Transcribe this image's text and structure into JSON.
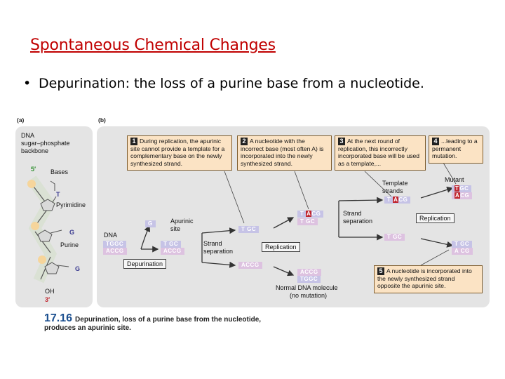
{
  "slide": {
    "title": "Spontaneous Chemical Changes",
    "bullet": "Depurination: the loss of a purine base from a nucleotide."
  },
  "figure": {
    "panel_a": {
      "label": "(a)",
      "backbone_label": [
        "DNA",
        "sugar–phosphate",
        "backbone"
      ],
      "five_prime": "5′",
      "bases_label": "Bases",
      "pyrimidine_label": "Pyrimidine",
      "purine_label": "Purine",
      "oh_label": "OH",
      "three_prime": "3′",
      "base_letters": [
        "T",
        "G",
        "G"
      ]
    },
    "panel_b": {
      "label": "(b)",
      "dna_label": "DNA",
      "dna_strands": [
        "TGGC",
        "ACCG"
      ],
      "depurination_label": "Depurination",
      "removed_base": "G",
      "apurinic_label": [
        "Apurinic",
        "site"
      ],
      "apurinic_strands": [
        "T GC",
        "ACCG"
      ],
      "strand_separation": [
        "Strand",
        "separation"
      ],
      "sep_top": "T GC",
      "sep_bottom": "ACCG",
      "replication_label": "Replication",
      "mid_top": [
        "T",
        "A",
        "CG"
      ],
      "mid_bottom": "T GC",
      "strand_separation2": [
        "Strand",
        "separation"
      ],
      "template_label": [
        "Template",
        "strands"
      ],
      "template_top": [
        "T",
        "A",
        "CG"
      ],
      "template_bottom": "T GC",
      "replication_label2": "Replication",
      "mutant_label": "Mutant",
      "mutant_strands": [
        [
          "T",
          "GC"
        ],
        [
          "A",
          "CG"
        ]
      ],
      "bottom_right_strands": [
        "T GC",
        "A CG"
      ],
      "normal_strands": [
        "ACCG",
        "TGGC"
      ],
      "normal_label": [
        "Normal DNA molecule",
        "(no mutation)"
      ],
      "notes": [
        {
          "num": "1",
          "text": "During replication, the apurinic site cannot provide a template for a complementary base on the newly synthesized strand."
        },
        {
          "num": "2",
          "text": "A nucleotide with the incorrect base (most often A) is incorporated into the newly synthesized strand."
        },
        {
          "num": "3",
          "text": "At the next round of replication, this incorrectly incorporated base will be used as a template,..."
        },
        {
          "num": "4",
          "text": "...leading to a permanent mutation."
        },
        {
          "num": "5",
          "text": "A nucleotide is incorporated into the newly synthesized strand opposite the apurinic site."
        }
      ]
    },
    "caption": {
      "number": "17.16",
      "text_line1": "Depurination, loss of a purine base from the nucleotide,",
      "text_line2": "produces an apurinic site."
    }
  },
  "colors": {
    "title": "#c00000",
    "note_fill": "#fbe3c4",
    "strand_top": "#c6c3e6",
    "strand_bottom": "#ddc2e0",
    "mutation": "#c0262f",
    "panel_bg": "#e4e4e4"
  }
}
